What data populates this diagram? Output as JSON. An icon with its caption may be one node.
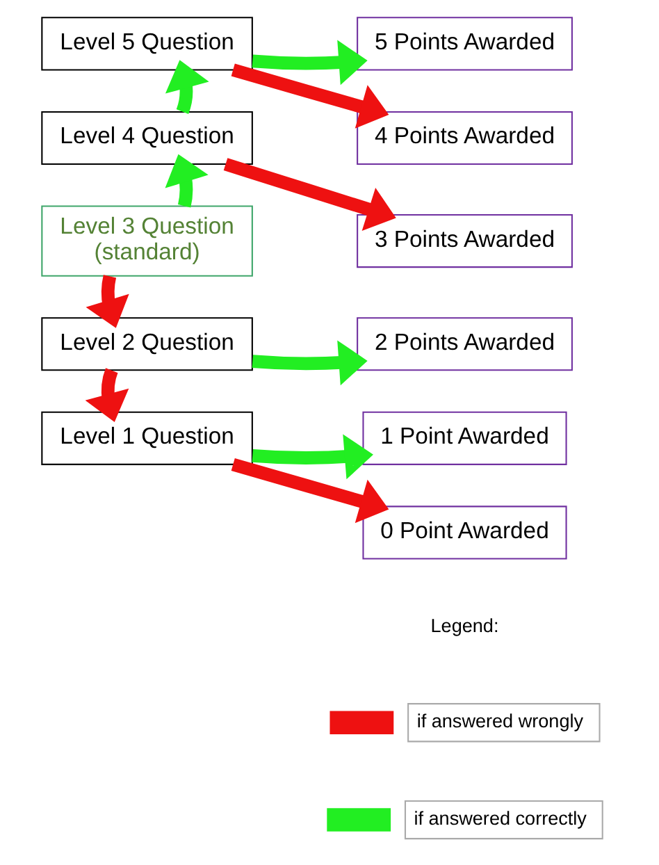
{
  "diagram": {
    "nodes": [
      {
        "text": [
          "Level 5 Question"
        ]
      },
      {
        "text": [
          "5 Points Awarded"
        ]
      },
      {
        "text": [
          "4 Points Awarded"
        ]
      },
      {
        "text": [
          "Level 4 Question"
        ]
      },
      {
        "text": [
          "Level 3 Question (standard)"
        ]
      },
      {
        "text": [
          "3 Points Awarded"
        ]
      },
      {
        "text": [
          "Level 2 Question"
        ]
      },
      {
        "text": [
          "2 Points Awarded"
        ]
      },
      {
        "text": [
          "Level 1 Question"
        ]
      },
      {
        "text": [
          "1 Point Awarded"
        ]
      },
      {
        "text": [
          "0 Point Awarded"
        ]
      }
    ],
    "edges": [
      {
        "from": 0,
        "to": 1,
        "arrow": "to",
        "color": "#22ee22"
      },
      {
        "from": 0,
        "to": 2,
        "arrow": "to",
        "color": "#ee1111"
      },
      {
        "from": 3,
        "to": 0,
        "arrow": "to",
        "color": "#22ee22"
      },
      {
        "from": 3,
        "to": 5,
        "arrow": "to",
        "color": "#ee1111"
      },
      {
        "from": 4,
        "to": 3,
        "arrow": "to",
        "color": "#22ee22"
      },
      {
        "from": 4,
        "to": 6,
        "arrow": "to",
        "color": "#ee1111"
      },
      {
        "from": 6,
        "to": 7,
        "arrow": "to",
        "color": "#22ee22"
      },
      {
        "from": 6,
        "to": 8,
        "arrow": "to",
        "color": "#ee1111"
      },
      {
        "from": 8,
        "to": 9,
        "arrow": "to",
        "color": "#22ee22"
      },
      {
        "from": 8,
        "to": 10,
        "arrow": "to",
        "color": "#ee1111"
      }
    ],
    "labels": [
      "Legend:"
    ],
    "legend": [
      {
        "text": "if answered wrongly",
        "color": "#ee1111"
      },
      {
        "text": "if answered correctly",
        "color": "#22ee22"
      }
    ]
  }
}
